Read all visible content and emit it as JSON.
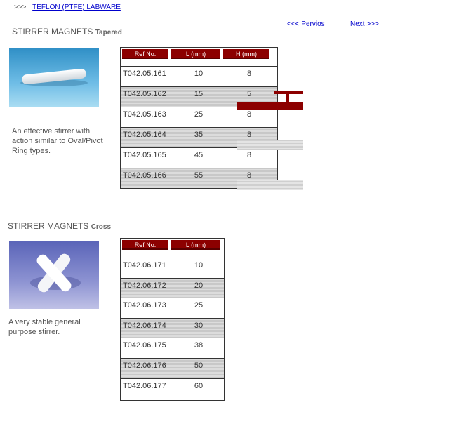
{
  "breadcrumb": {
    "prefix": ">>>",
    "link": "TEFLON (PTFE) LABWARE"
  },
  "nav": {
    "prev": "<<< Pervios",
    "next": "Next >>>"
  },
  "section1": {
    "title": "STIRRER MAGNETS",
    "subtitle": "Tapered",
    "description": "An effective stirrer with action similar to Oval/Pivot Ring types.",
    "headers": [
      "Ref No.",
      "L (mm)",
      "H (mm)"
    ],
    "rows": [
      [
        "T042.05.161",
        "10",
        "8"
      ],
      [
        "T042.05.162",
        "15",
        "5"
      ],
      [
        "T042.05.163",
        "25",
        "8"
      ],
      [
        "T042.05.164",
        "35",
        "8"
      ],
      [
        "T042.05.165",
        "45",
        "8"
      ],
      [
        "T042.05.166",
        "55",
        "8"
      ]
    ]
  },
  "section2": {
    "title": "STIRRER MAGNETS",
    "subtitle": "Cross",
    "description": "A very stable general purpose stirrer.",
    "headers": [
      "Ref No.",
      "L (mm)"
    ],
    "rows": [
      [
        "T042.06.171",
        "10"
      ],
      [
        "T042.06.172",
        "20"
      ],
      [
        "T042.06.173",
        "25"
      ],
      [
        "T042.06.174",
        "30"
      ],
      [
        "T042.06.175",
        "38"
      ],
      [
        "T042.06.176",
        "50"
      ],
      [
        "T042.06.177",
        "60"
      ]
    ]
  },
  "colors": {
    "header_bg": "#8c0000",
    "link": "#0000cc",
    "row_shade": "#c8c8c8"
  }
}
